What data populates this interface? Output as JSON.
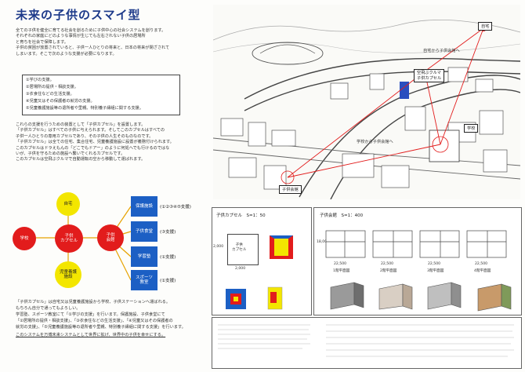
{
  "title": "未来の子供のスマイ型",
  "intro": [
    "全ての子供を健全に育てる社会を創るために子供中心の社会システムを創ります。",
    "それぞれの家庭にどのような事情が生じても左右されない子供の居場所",
    "と育ちを社会で保障します。",
    "子供の貧困が放置されていると、子供一人ひとりの将来と、日本の将来が閉ざされて",
    "しまいます。そこで次のような支援が必要になります。"
  ],
  "support_list": [
    "①学びの支援。",
    "②居場所の提供・相談支援。",
    "③衣食住などの生活支援。",
    "④児童又はその保護者の就労の支援。",
    "⑤児童養護施設等の退所者や里親、特別養子縁組に関する支援。"
  ],
  "body": [
    "これらの支援を行うための装置として「子供カプセル」を設置します。",
    "「子供カプセル」はすべての子供に与えられます。そしてこのカプセルはすべての",
    "子供一人ひとりの専用カプセルであり、その子供の人生そのものなのです。",
    "「子供カプセル」は全ての住宅、集合住宅、児童養護施設に設置が義務付けられます。",
    "このカプセルはドラえもんの「どこでもドアー」のように何処へでも行けるのではな",
    "いが、子供を守るための施設へ繋いでくれるカプセルです。",
    "このカプセルは空飛ぶクルマで自動運転の空から移動して運ばれます。"
  ],
  "diagram": {
    "center": "子供\nカプセル",
    "top": "自宅",
    "left": "学校",
    "bottom": "児童養護\n施設",
    "right": "子供\n会館",
    "services": [
      {
        "label": "保護施設",
        "note": "(①②③④⑤支援)"
      },
      {
        "label": "子供食堂",
        "note": "(③支援)"
      },
      {
        "label": "学習塾",
        "note": "(①支援)"
      },
      {
        "label": "スポーツ\n教室",
        "note": "(①支援)"
      }
    ]
  },
  "bottom_text": [
    "「子供カプセル」は自宅又は児童養護施設から学校、子供ステーションへ運ばれる。",
    "もちろん自分で通ってもよろしい。",
    "学習塾、スポーツ教室にて「①学びの支援」を行います。保護施設、子供食堂にて",
    "「②居場所の提供・相談支援」、「③衣食住などの生活支援」、「④児童又はその保護者の",
    "就労の支援」、「⑤児童養護施設等の退所者や里親、特別養子縁組に関する支援」を行います。",
    "このシステムを万博未来システムとして世界に拡げ、世界中の子供を幸せにする。"
  ],
  "map_labels": {
    "home": "自宅",
    "flying_car": "空飛ぶクルマ\n子供カプセル",
    "route1": "自宅から子供会館へ",
    "route2": "学校から子供会館へ",
    "school": "学校",
    "hall": "子供会館"
  },
  "capsule_panel": {
    "title": "子供カプセル　S=1：50",
    "label": "子供\nカプセル",
    "dim_h": "2,000",
    "dim_w": "2,000"
  },
  "hall_panel": {
    "title": "子供会館　S=1：400",
    "dim_h": "18,000",
    "dim_w": "22,500",
    "floors": [
      "1階平面図",
      "2階平面図",
      "3階平面図",
      "4階平面図"
    ]
  },
  "colors": {
    "accent": "#1d3a8a",
    "red": "#e21c1c",
    "yellow": "#f3e600",
    "blue": "#1c5fc4"
  }
}
